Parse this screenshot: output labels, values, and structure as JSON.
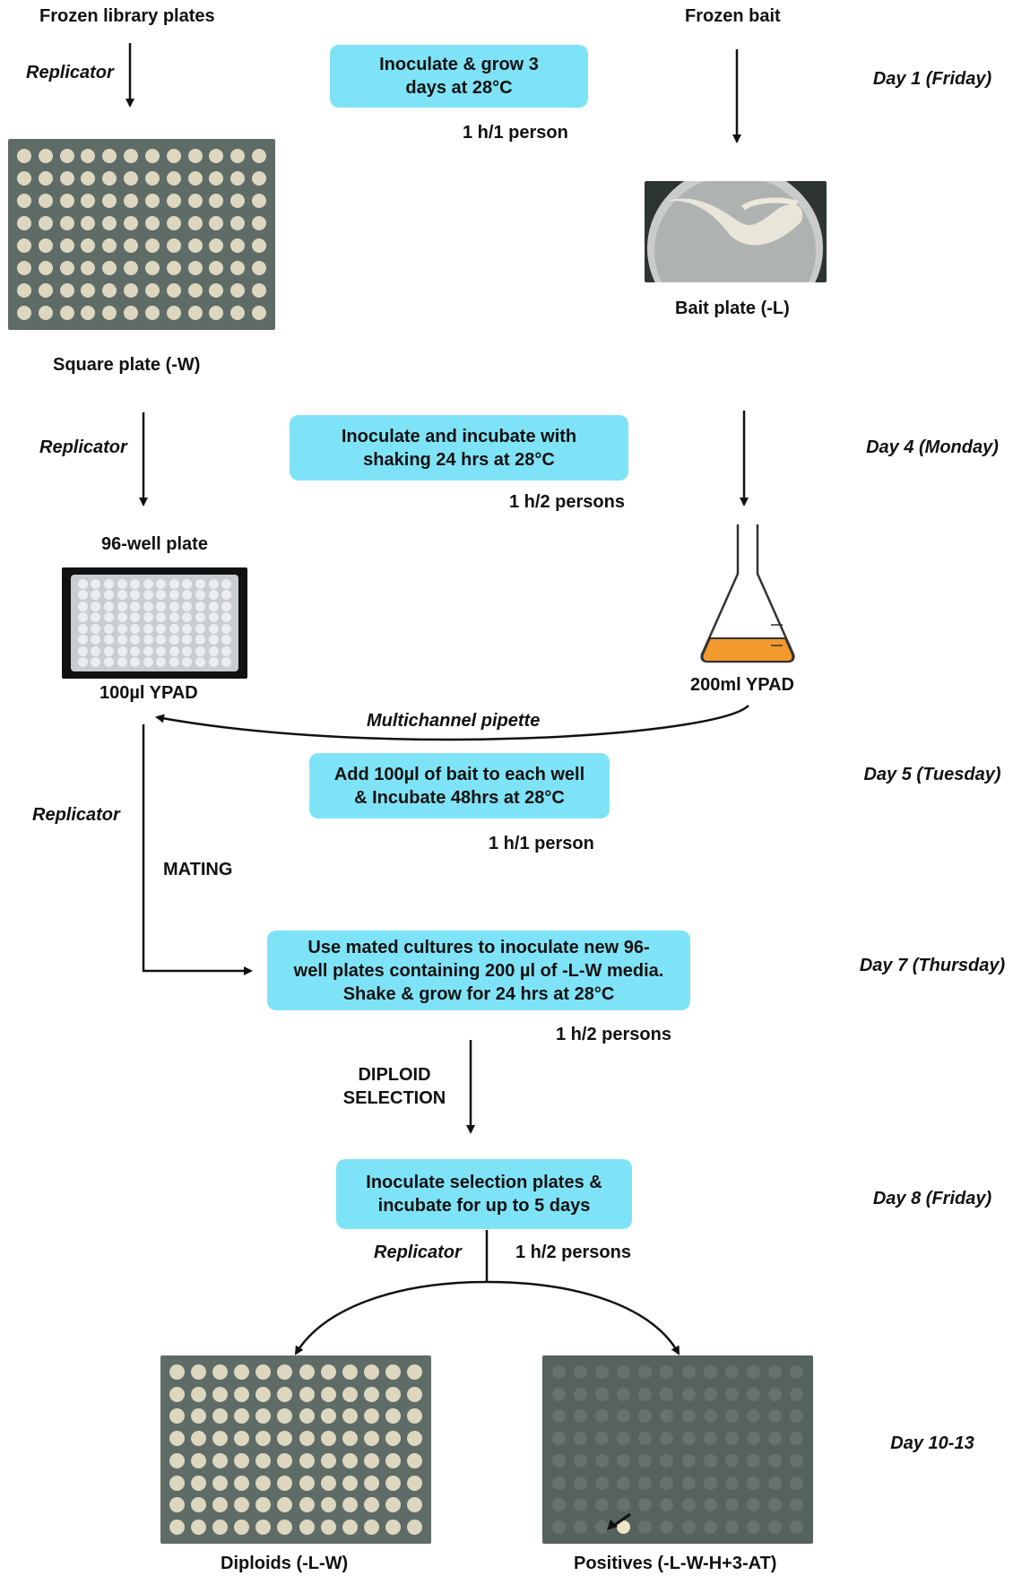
{
  "labels": {
    "frozen_library": "Frozen library plates",
    "frozen_bait": "Frozen bait",
    "replicator_1": "Replicator",
    "replicator_2": "Replicator",
    "replicator_3": "Replicator",
    "replicator_4": "Replicator",
    "square_plate": "Square plate (-W)",
    "bait_plate": "Bait plate (-L)",
    "well_plate": "96-well plate",
    "ypad_100": "100µl YPAD",
    "ypad_200": "200ml YPAD",
    "multichannel": "Multichannel pipette",
    "mating": "MATING",
    "diploid_1": "DIPLOID",
    "diploid_2": "SELECTION",
    "diploids": "Diploids (-L-W)",
    "positives": "Positives (-L-W-H+3-AT)"
  },
  "steps": [
    {
      "line1": "Inoculate & grow 3",
      "line2": "days at 28°C",
      "line3": "",
      "effort": "1 h/1 person",
      "day": "Day 1 (Friday)"
    },
    {
      "line1": "Inoculate and incubate with",
      "line2": "shaking 24 hrs at 28°C",
      "line3": "",
      "effort": "1 h/2 persons",
      "day": "Day 4 (Monday)"
    },
    {
      "line1": "Add 100µl of bait to each well",
      "line2": "& Incubate 48hrs at 28°C",
      "line3": "",
      "effort": "1 h/1 person",
      "day": "Day 5 (Tuesday)"
    },
    {
      "line1": "Use mated cultures to inoculate new 96-",
      "line2": "well plates containing 200 µl of -L-W media.",
      "line3": "Shake & grow for 24 hrs at 28°C",
      "effort": "1 h/2 persons",
      "day": "Day 7 (Thursday)"
    },
    {
      "line1": "Inoculate selection plates &",
      "line2": "incubate for up to 5 days",
      "line3": "",
      "effort": "1 h/2 persons",
      "day": "Day 8 (Friday)"
    }
  ],
  "final_day": "Day 10-13",
  "colors": {
    "box": "#7fe3f7",
    "plate_bg": "#5f6b66",
    "colony": "#e4ddc4",
    "media": "#f29a2e"
  }
}
